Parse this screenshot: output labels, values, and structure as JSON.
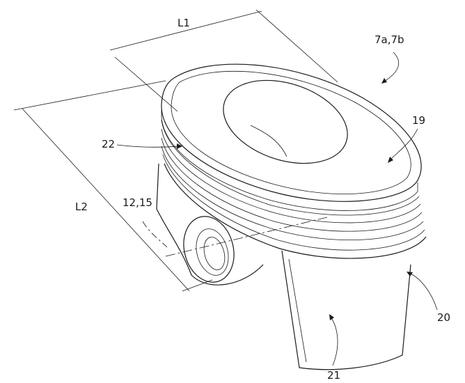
{
  "figure": {
    "labels": {
      "l1": "L1",
      "l2": "L2",
      "ref_7a7b": "7a,7b",
      "ref_19": "19",
      "ref_20": "20",
      "ref_21": "21",
      "ref_22": "22",
      "ref_12_15": "12,15"
    }
  }
}
